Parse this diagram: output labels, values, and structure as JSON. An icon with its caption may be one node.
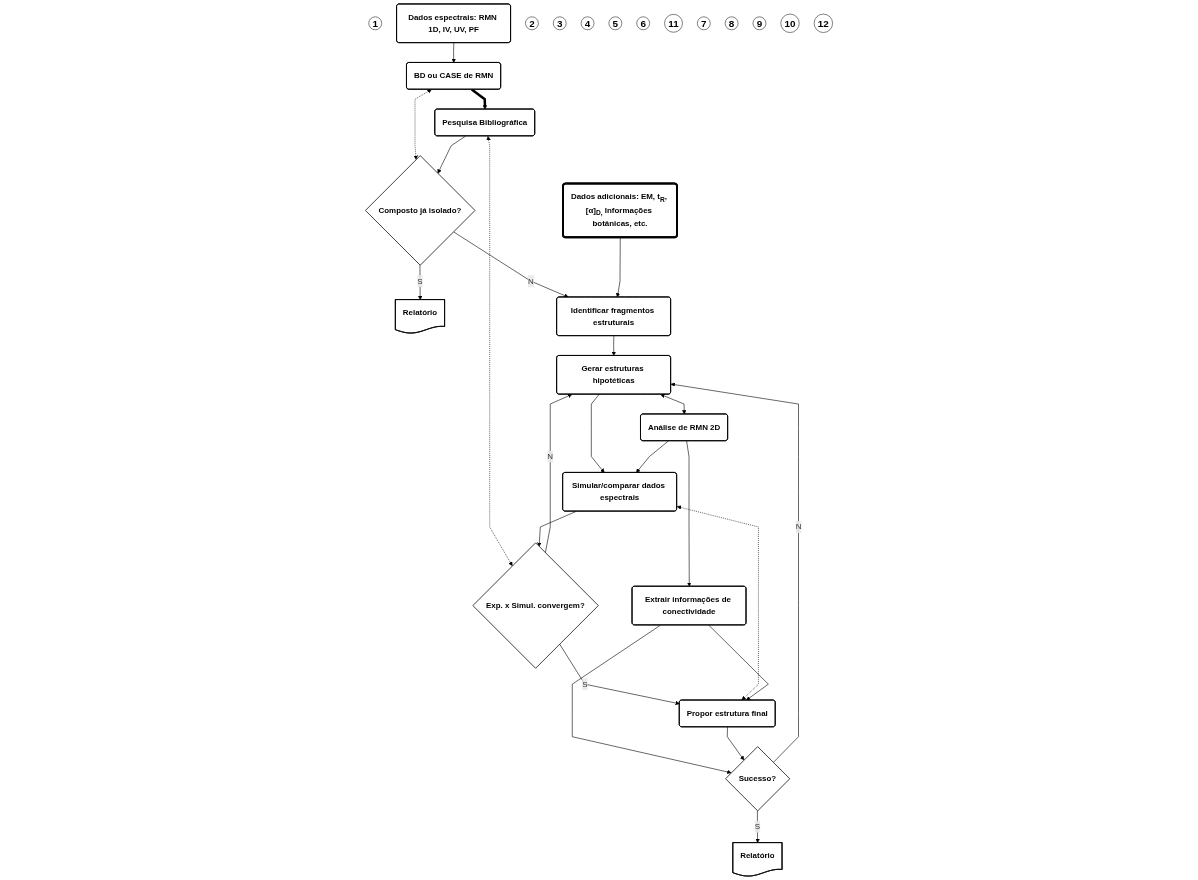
{
  "diagram": {
    "nodes": [
      {
        "text": [
          "1"
        ]
      },
      {
        "text": [
          "Dados espectrais: RMN 1D, IV, UV, PF"
        ]
      },
      {
        "text": [
          "BD ou CASE de RMN"
        ]
      },
      {
        "text": [
          "2"
        ]
      },
      {
        "text": [
          "3"
        ]
      },
      {
        "text": [
          "Pesquisa Bibliográfica"
        ]
      },
      {
        "text": [
          "4"
        ]
      },
      {
        "text": [
          "Relatório"
        ]
      },
      {
        "text": [
          "Composto já isolado?"
        ]
      },
      {
        "text": [
          "Dados adicionais: EM, t$_{R}$, [α]$_{D,}$ Informações botânicas, etc."
        ]
      },
      {
        "text": [
          "Exp. x Simul. convergem?"
        ]
      },
      {
        "text": [
          "Identificar fragmentos estruturais"
        ]
      },
      {
        "text": [
          "5"
        ]
      },
      {
        "text": [
          "6"
        ]
      },
      {
        "text": [
          "11"
        ]
      },
      {
        "text": [
          "Gerar estruturas hipotéticas"
        ]
      },
      {
        "text": [
          "7"
        ]
      },
      {
        "text": [
          "Simular/comparar dados espectrais"
        ]
      },
      {
        "text": [
          "8"
        ]
      },
      {
        "text": [
          "Análise de RMN 2D"
        ]
      },
      {
        "text": [
          "9"
        ]
      },
      {
        "text": [
          "Extrair informações de conectividade"
        ]
      },
      {
        "text": [
          "Propor estrutura final"
        ]
      },
      {
        "text": [
          "10"
        ]
      },
      {
        "text": [
          "Sucesso?"
        ]
      },
      {
        "text": [
          "12"
        ]
      },
      {
        "text": [
          "Relatório"
        ]
      }
    ],
    "edges": [
      {
        "from": 1,
        "to": 2,
        "arrow": "to"
      },
      {
        "from": 2,
        "to": 5,
        "arrow": "to",
        "style": "thick"
      },
      {
        "from": 2,
        "to": 8,
        "arrow": "both",
        "style": "dashed"
      },
      {
        "from": 5,
        "to": 8,
        "arrow": "to"
      },
      {
        "from": 8,
        "to": 7,
        "arrow": "to",
        "label": "S"
      },
      {
        "from": 8,
        "to": 11,
        "arrow": "to",
        "label": "N"
      },
      {
        "from": 5,
        "to": 10,
        "arrow": "both",
        "style": "dashed"
      },
      {
        "from": 9,
        "to": 11,
        "arrow": "to"
      },
      {
        "from": 11,
        "to": 15,
        "arrow": "to"
      },
      {
        "from": 10,
        "to": 15,
        "arrow": "to",
        "label": "N"
      },
      {
        "from": 10,
        "to": 22,
        "arrow": "to",
        "label": "S"
      },
      {
        "from": 15,
        "to": 17,
        "arrow": "to"
      },
      {
        "from": 15,
        "to": 19,
        "arrow": "both"
      },
      {
        "from": 19,
        "to": 17,
        "arrow": "to"
      },
      {
        "from": 17,
        "to": 10,
        "arrow": "to"
      },
      {
        "from": 17,
        "to": 22,
        "arrow": "both",
        "style": "dashed"
      },
      {
        "from": 19,
        "to": 21,
        "arrow": "to"
      },
      {
        "from": 21,
        "to": 22,
        "arrow": "to"
      },
      {
        "from": 21,
        "to": 24,
        "arrow": "to"
      },
      {
        "from": 22,
        "to": 24,
        "arrow": "to"
      },
      {
        "from": 24,
        "to": 15,
        "arrow": "to",
        "label": "N"
      },
      {
        "from": 24,
        "to": 26,
        "arrow": "to",
        "label": "S"
      }
    ]
  }
}
